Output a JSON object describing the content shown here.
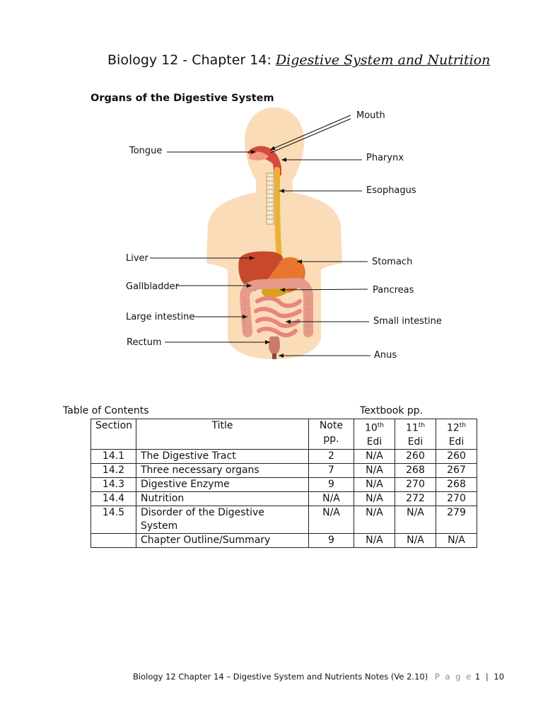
{
  "header": {
    "prefix": "Biology 12 - Chapter 14:",
    "subject": "Digestive System and Nutrition"
  },
  "diagram": {
    "heading": "Organs of the Digestive System",
    "labels": {
      "mouth": "Mouth",
      "tongue": "Tongue",
      "pharynx": "Pharynx",
      "esophagus": "Esophagus",
      "liver": "Liver",
      "stomach": "Stomach",
      "gallbladder": "Gallbladder",
      "pancreas": "Pancreas",
      "large_intestine": "Large intestine",
      "small_intestine": "Small intestine",
      "rectum": "Rectum",
      "anus": "Anus"
    },
    "colors": {
      "skin": "#fbdcb8",
      "esophagus": "#e9b234",
      "stomach": "#e8762e",
      "liver": "#c8482e",
      "gallbladder": "#5a7d2e",
      "intestine": "#e69a8a"
    }
  },
  "toc": {
    "label": "Table of Contents",
    "textbook_label": "Textbook pp.",
    "headers": {
      "section": "Section",
      "title": "Title",
      "note_line1": "Note",
      "note_line2": "pp.",
      "ed10_num": "10",
      "ed10_sup": "th",
      "ed10_line2": "Edi",
      "ed11_num": "11",
      "ed11_sup": "th",
      "ed11_line2": "Edi",
      "ed12_num": "12",
      "ed12_sup": "th",
      "ed12_line2": "Edi"
    },
    "rows": [
      {
        "section": "14.1",
        "title": "The Digestive Tract",
        "note": "2",
        "ed10": "N/A",
        "ed11": "260",
        "ed12": "260"
      },
      {
        "section": "14.2",
        "title": "Three necessary organs",
        "note": "7",
        "ed10": "N/A",
        "ed11": "268",
        "ed12": "267"
      },
      {
        "section": "14.3",
        "title": "Digestive Enzyme",
        "note": "9",
        "ed10": "N/A",
        "ed11": "270",
        "ed12": "268"
      },
      {
        "section": "14.4",
        "title": "Nutrition",
        "note": "N/A",
        "ed10": "N/A",
        "ed11": "272",
        "ed12": "270"
      },
      {
        "section": "14.5",
        "title": "Disorder of the Digestive System",
        "note": "N/A",
        "ed10": "N/A",
        "ed11": "N/A",
        "ed12": "279"
      },
      {
        "section": "",
        "title": "Chapter Outline/Summary",
        "note": "9",
        "ed10": "N/A",
        "ed11": "N/A",
        "ed12": "N/A"
      }
    ]
  },
  "footer": {
    "text": "Biology 12 Chapter 14 – Digestive System and Nutrients Notes (Ve 2.10)",
    "page_word": "P a g e",
    "page_num": "1",
    "sep": "|",
    "total": "10"
  }
}
